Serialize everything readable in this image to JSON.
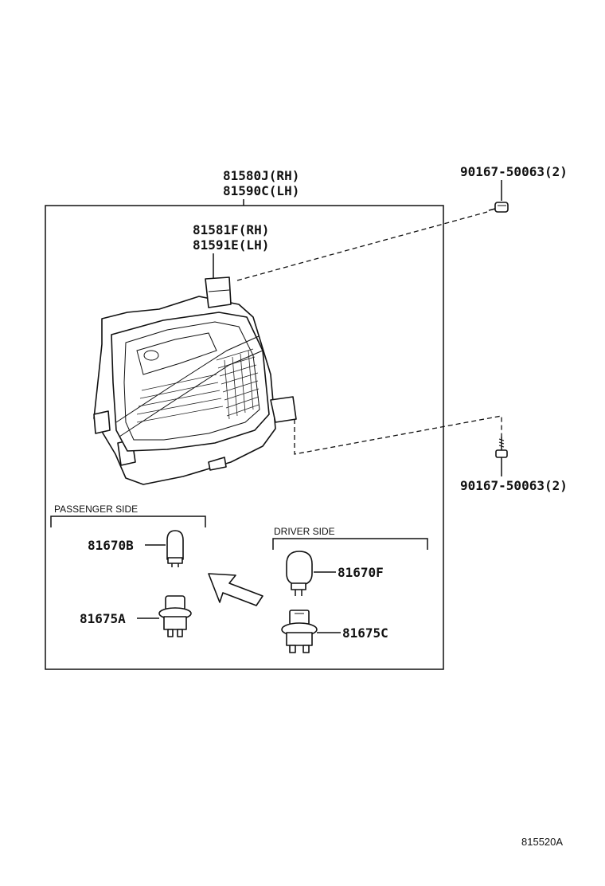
{
  "assembly": {
    "lamp_assy_rh": "81580J(RH)",
    "lamp_assy_lh": "81590C(LH)",
    "lens_rh": "81581F(RH)",
    "lens_lh": "81591E(LH)"
  },
  "screws": {
    "top": "90167-50063(2)",
    "bottom": "90167-50063(2)"
  },
  "passenger_side": {
    "caption": "PASSENGER SIDE",
    "bulb": "81670B",
    "socket": "81675A"
  },
  "driver_side": {
    "caption": "DRIVER SIDE",
    "bulb": "81670F",
    "socket": "81675C"
  },
  "diagram_code": "815520A"
}
